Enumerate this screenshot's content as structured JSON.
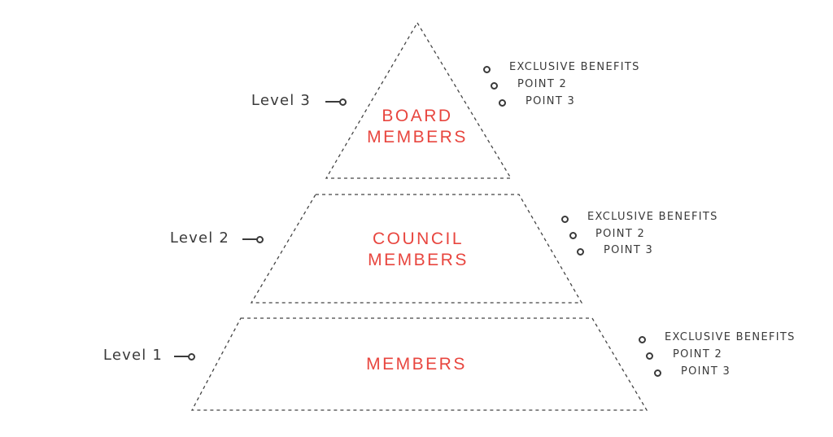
{
  "colors": {
    "accent": "#e8463f",
    "ink": "#3a3a3a",
    "dash": "#444444"
  },
  "tiers": [
    {
      "name_lines": [
        "BOARD",
        "MEMBERS"
      ],
      "level_label": "Level 3",
      "points": [
        "EXCLUSIVE BENEFITS",
        "POINT 2",
        "POINT 3"
      ]
    },
    {
      "name_lines": [
        "COUNCIL",
        "MEMBERS"
      ],
      "level_label": "Level 2",
      "points": [
        "EXCLUSIVE BENEFITS",
        "POINT 2",
        "POINT 3"
      ]
    },
    {
      "name_lines": [
        "MEMBERS"
      ],
      "level_label": "Level 1",
      "points": [
        "EXCLUSIVE BENEFITS",
        "POINT 2",
        "POINT 3"
      ]
    }
  ]
}
